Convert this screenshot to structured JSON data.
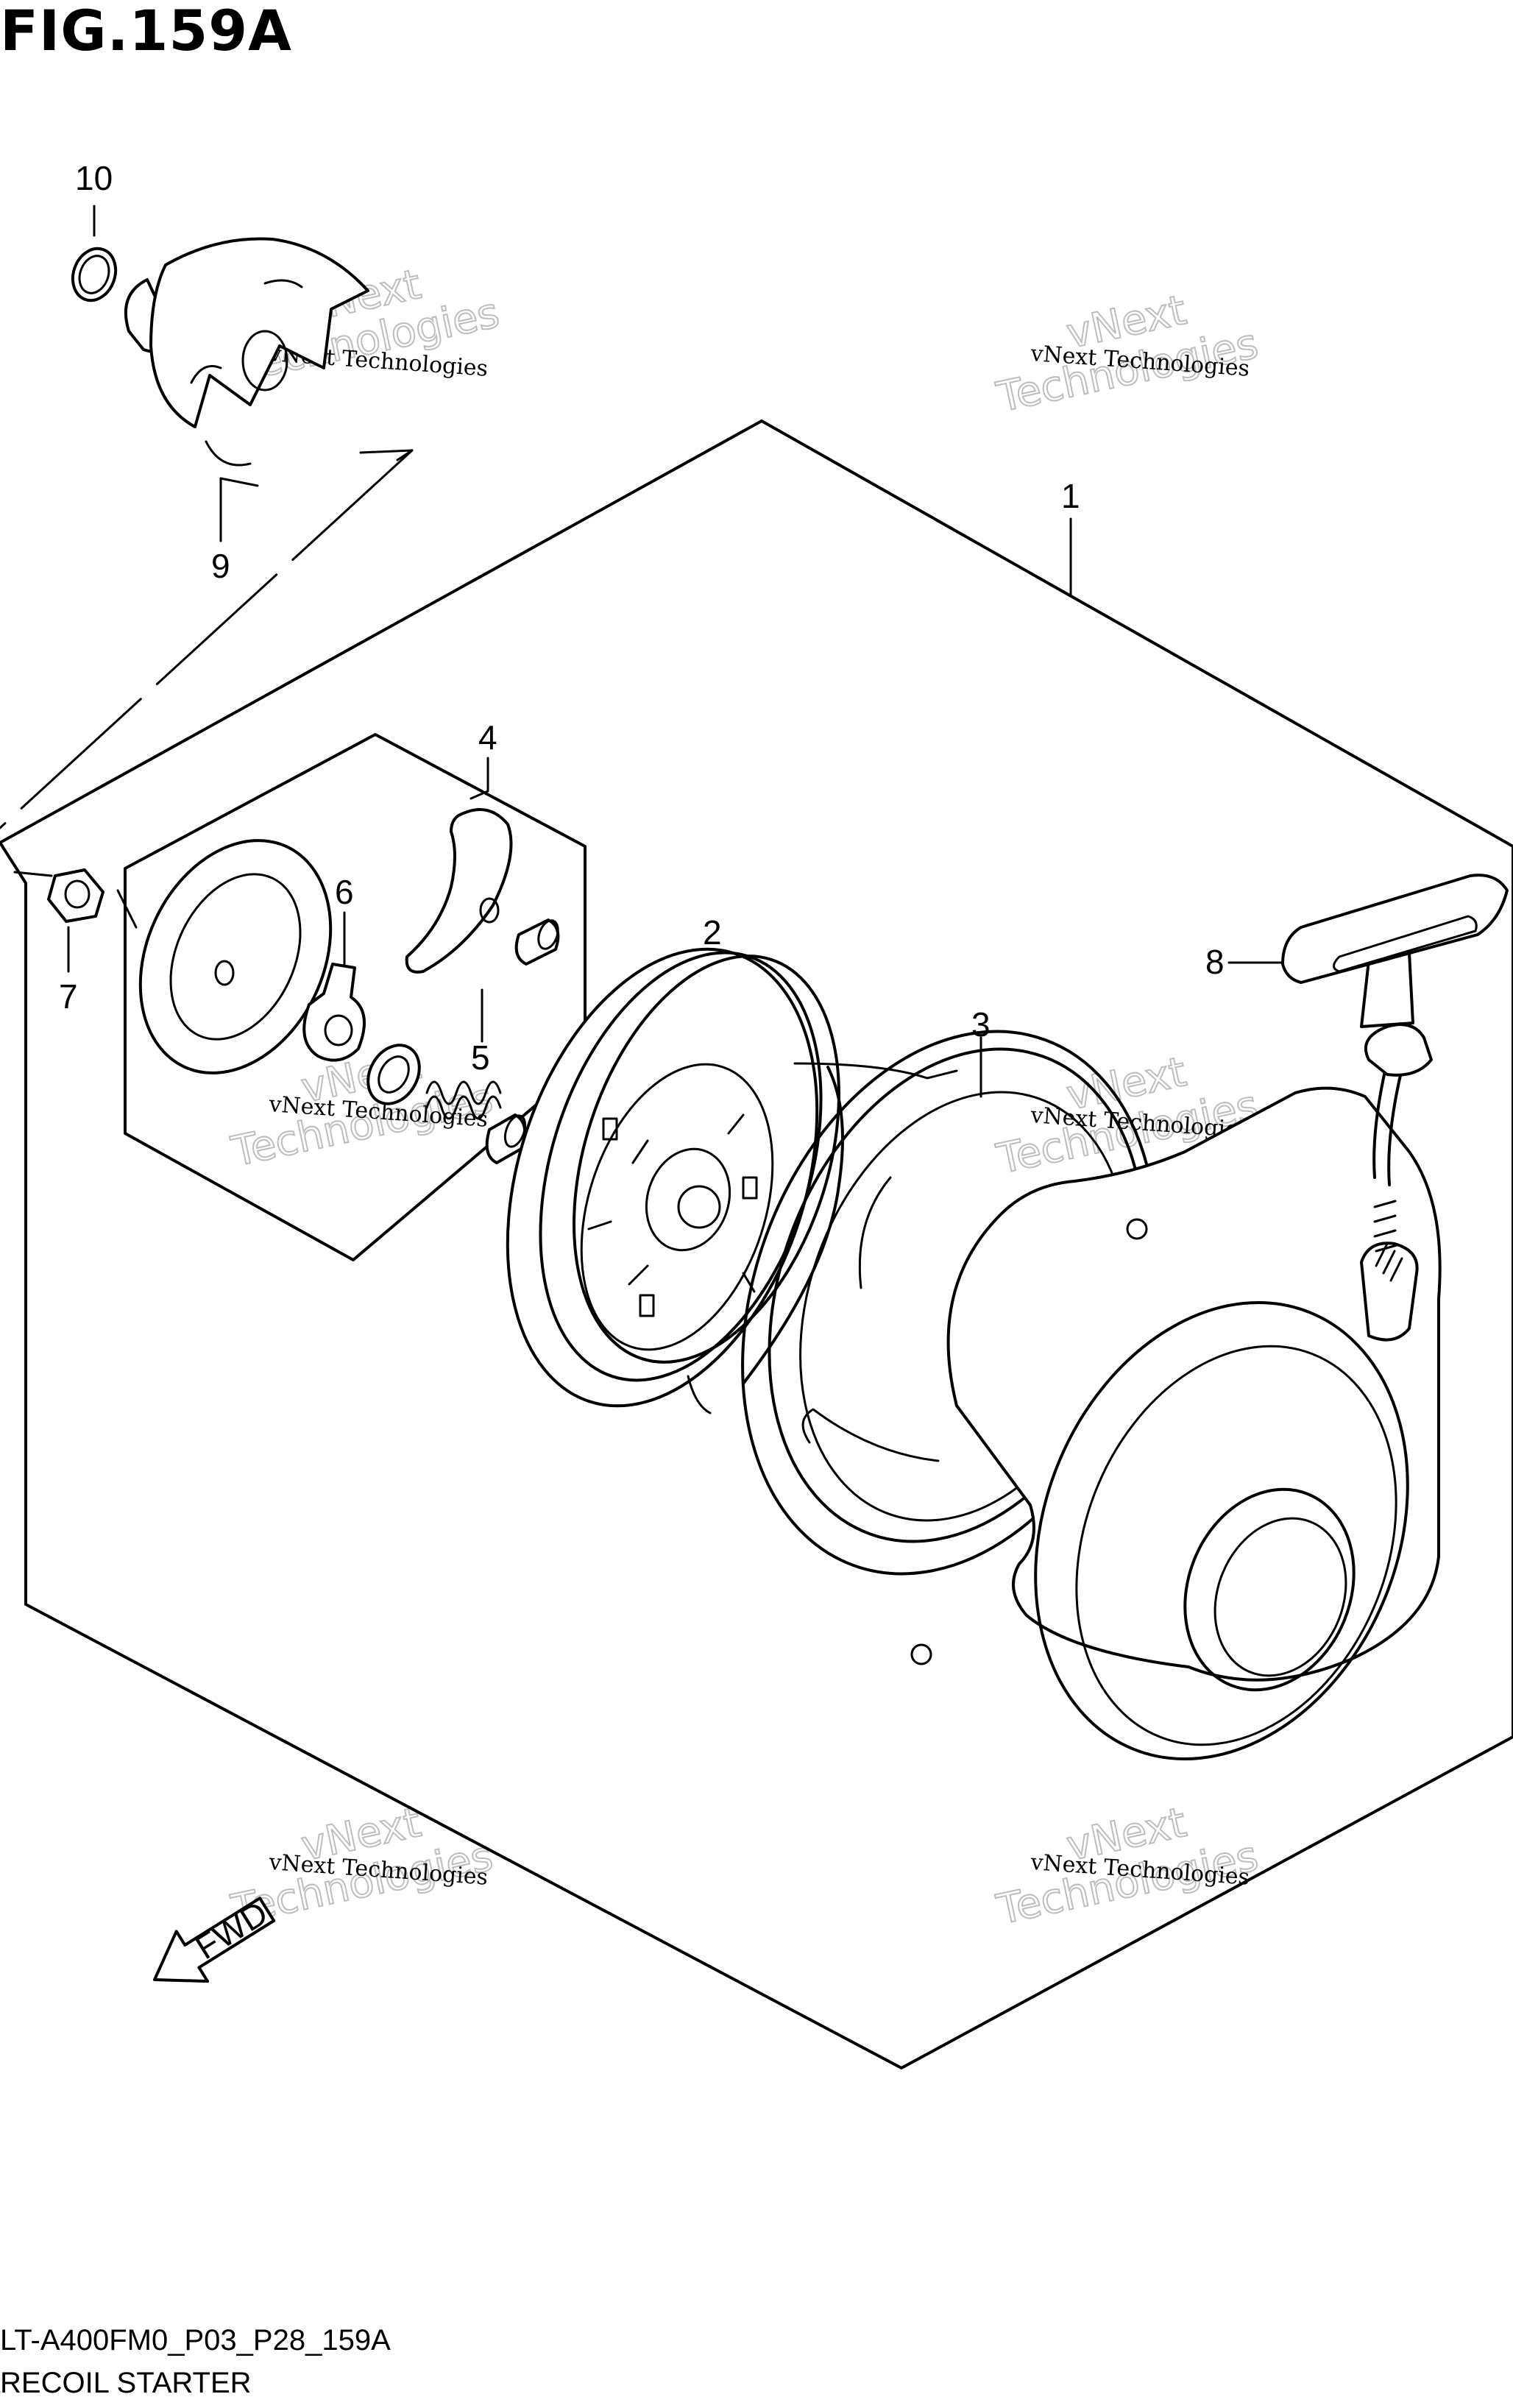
{
  "figure": {
    "title": "FIG.159A",
    "diagram_code": "LT-A400FM0_P03_P28_159A",
    "diagram_name": "RECOIL STARTER"
  },
  "callouts": [
    "1",
    "2",
    "3",
    "4",
    "5",
    "6",
    "7",
    "8",
    "9",
    "10"
  ],
  "watermark": {
    "line_small": "vNext Technologies",
    "line_big_1": "vNext",
    "line_big_2": "Technologies"
  },
  "fwd_label": "FWD",
  "colors": {
    "ink": "#000000",
    "watermark": "#bdbdbd",
    "background": "#ffffff"
  }
}
